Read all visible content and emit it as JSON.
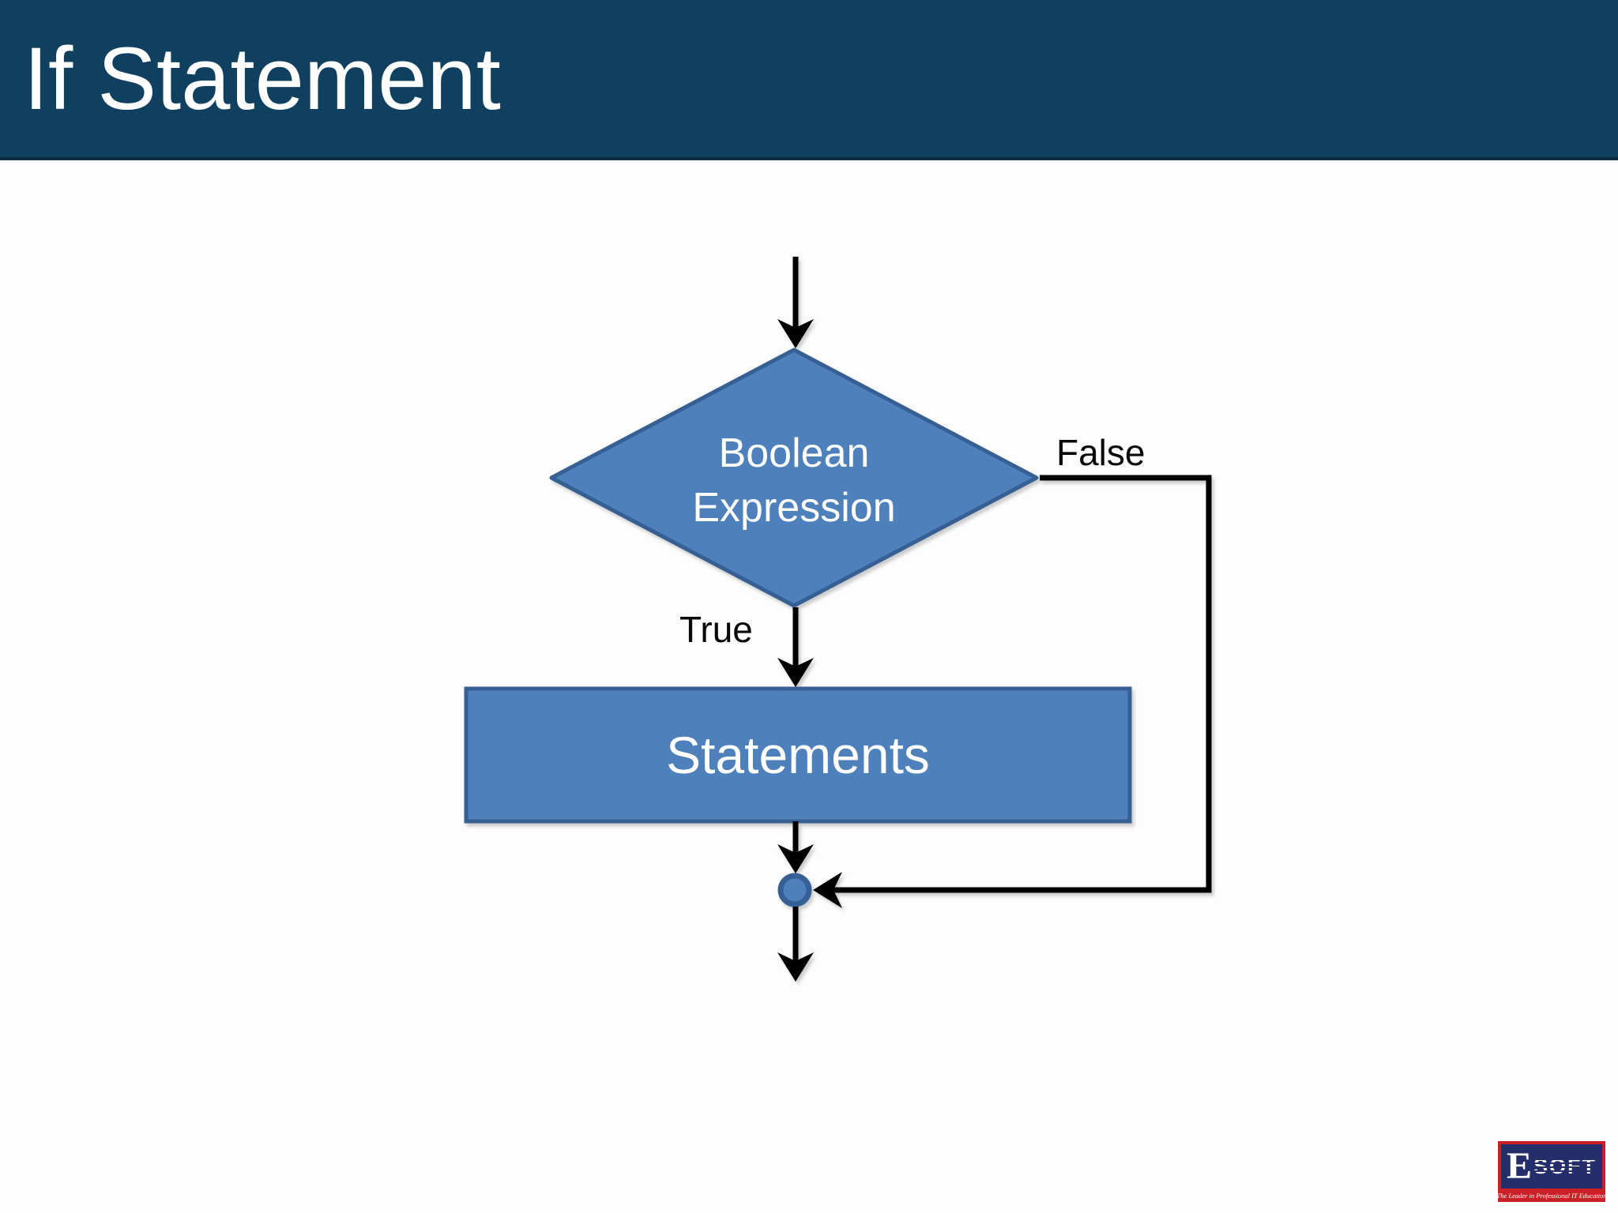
{
  "header": {
    "title": "If Statement",
    "background_color": "#10405f",
    "text_color": "#ffffff"
  },
  "flowchart": {
    "decision_label": "Boolean Expression",
    "true_label": "True",
    "false_label": "False",
    "process_label": "Statements",
    "colors": {
      "shape_fill": "#4e80bc",
      "shape_stroke": "#365f94",
      "connector_line": "#000000",
      "shape_text": "#ffffff",
      "branch_label_text": "#0a0a0a"
    }
  },
  "logo": {
    "letter_e": "E",
    "letters_soft": "SOFT",
    "tagline": "The Leader in Professional IT Education",
    "red": "#cb2026",
    "navy": "#232e6a"
  }
}
